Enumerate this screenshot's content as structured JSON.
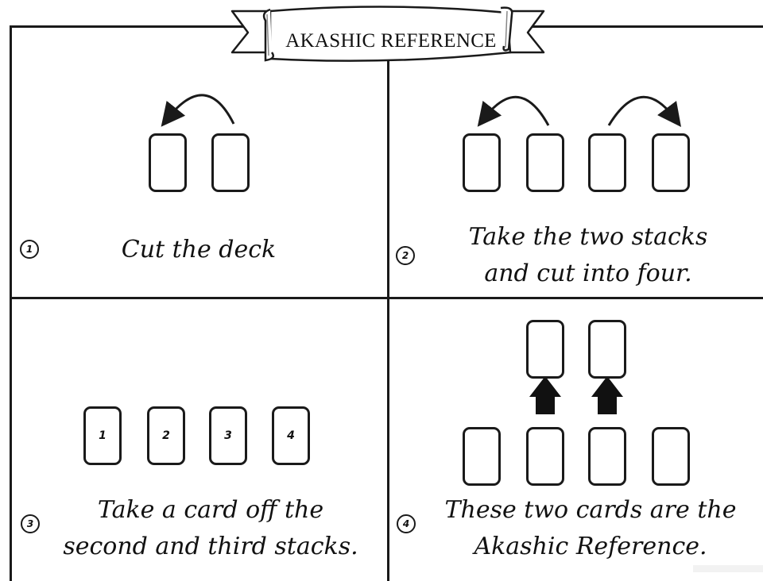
{
  "banner": {
    "title": "AKASHIC REFERENCE"
  },
  "panels": [
    {
      "step": "1",
      "caption_lines": [
        "Cut the deck"
      ]
    },
    {
      "step": "2",
      "caption_lines": [
        "Take the two stacks",
        "and cut into four."
      ]
    },
    {
      "step": "3",
      "caption_lines": [
        "Take a card off the",
        "second and third stacks."
      ],
      "card_numbers": [
        "1",
        "2",
        "3",
        "4"
      ]
    },
    {
      "step": "4",
      "caption_lines": [
        "These two cards are the",
        "Akashic Reference."
      ]
    }
  ],
  "colors": {
    "ink": "#1a1a1a",
    "paper": "#ffffff"
  },
  "icons": [
    "curved-arrow-icon",
    "up-arrow-icon",
    "scroll-banner-icon"
  ]
}
